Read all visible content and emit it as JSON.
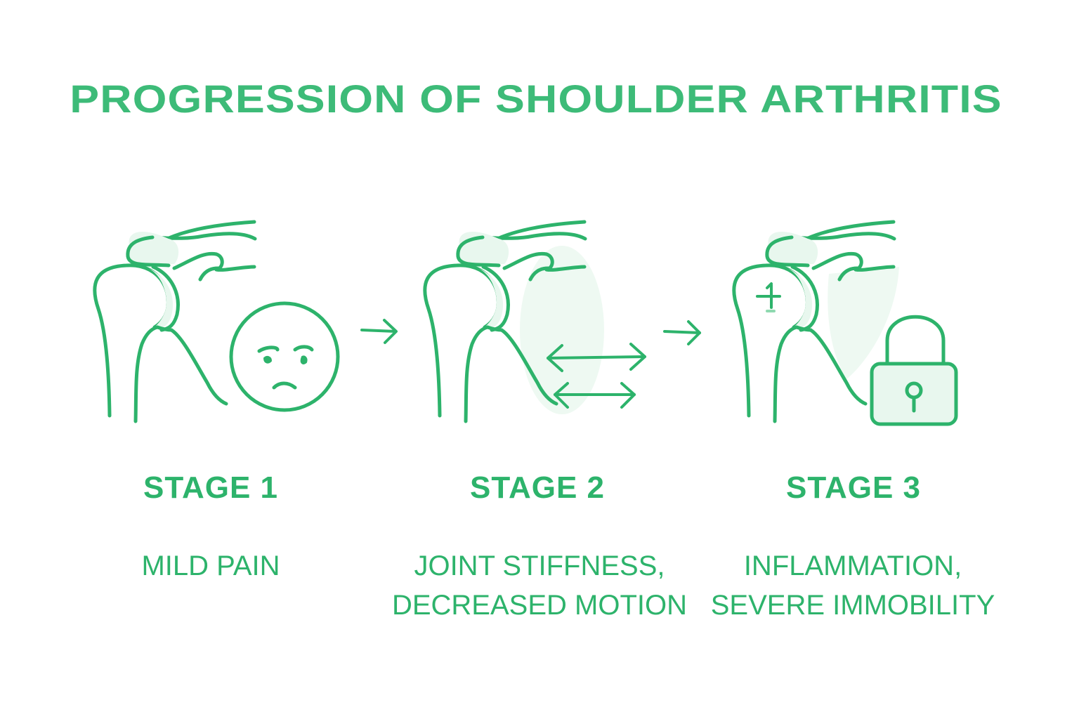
{
  "title": "PROGRESSION OF SHOULDER ARTHRITIS",
  "colors": {
    "primary": "#2db36b",
    "title": "#3dbb78",
    "fill_light": "#e8f7ee",
    "background": "#ffffff"
  },
  "stages": [
    {
      "label": "STAGE 1",
      "description": "MILD PAIN",
      "icon": "sad-face-icon"
    },
    {
      "label": "STAGE 2",
      "description_line1": "JOINT STIFFNESS,",
      "description_line2": "DECREASED MOTION",
      "icon": "double-arrow-icon"
    },
    {
      "label": "STAGE 3",
      "description_line1": "INFLAMMATION,",
      "description_line2": "SEVERE IMMOBILITY",
      "icon": "padlock-icon"
    }
  ],
  "connectors": [
    "arrow-right-icon",
    "arrow-right-icon"
  ]
}
